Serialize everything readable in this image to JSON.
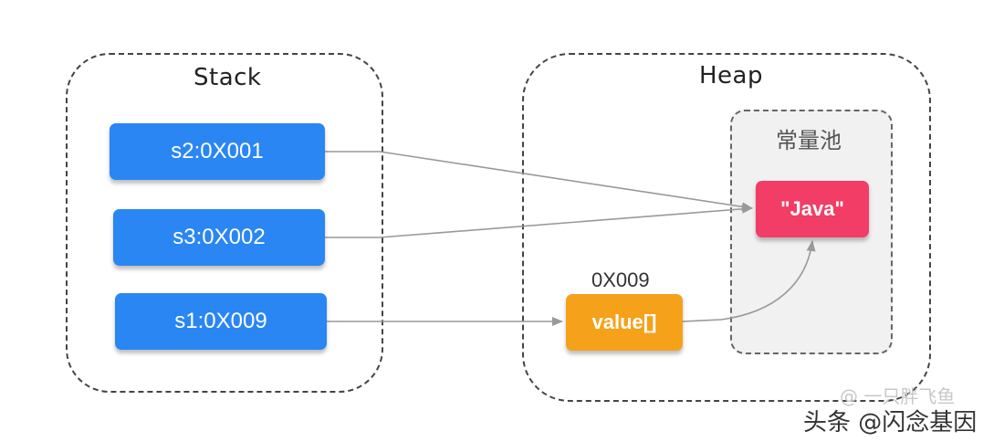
{
  "regions": {
    "stack_title": "Stack",
    "heap_title": "Heap",
    "pool_title": "常量池"
  },
  "stack_items": {
    "s2": "s2:0X001",
    "s3": "s3:0X002",
    "s1": "s1:0X009"
  },
  "heap_items": {
    "java": "\"Java\"",
    "value": "value[]",
    "value_address": "0X009"
  },
  "watermark": {
    "faint": "@ 一只胖飞鱼",
    "main": "头条 @闪念基因"
  },
  "colors": {
    "stack_box": "#2a86f3",
    "string_literal": "#f23d66",
    "value_array": "#f6a11a",
    "pool_background": "#f1f1f1",
    "arrow": "#999999"
  }
}
